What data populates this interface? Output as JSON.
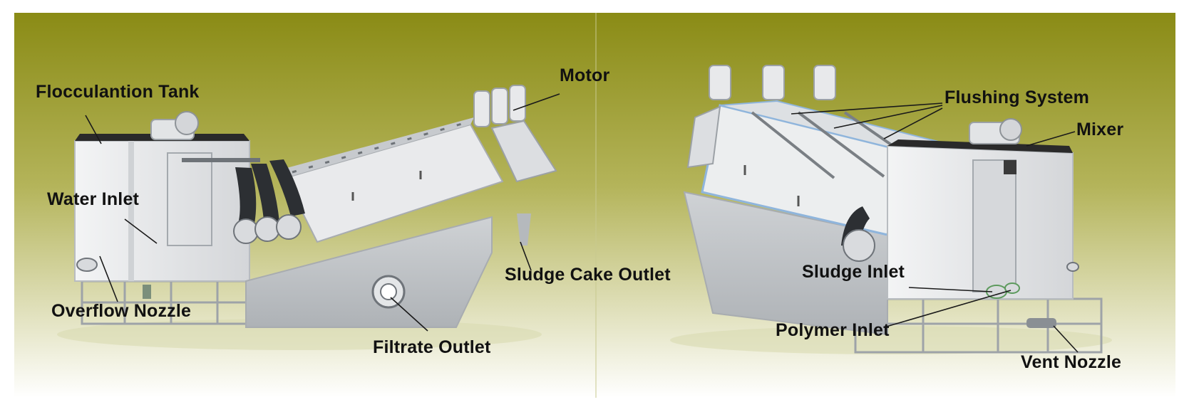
{
  "colors": {
    "background_top": "#8a8b15",
    "background_mid": "#b4b45a",
    "background_bottom": "#ffffff",
    "machine_body": "#e6e7e9",
    "machine_shadow": "#b9bcc0",
    "edge_blue": "#8fb5dc",
    "label_text": "#111111",
    "leader_line": "#1a1a1a"
  },
  "left_view": {
    "labels": {
      "flocculation_tank": "Flocculantion Tank",
      "motor": "Motor",
      "water_inlet": "Water Inlet",
      "sludge_cake_outlet": "Sludge Cake Outlet",
      "overflow_nozzle": "Overflow Nozzle",
      "filtrate_outlet": "Filtrate Outlet"
    }
  },
  "right_view": {
    "labels": {
      "flushing_system": "Flushing System",
      "mixer": "Mixer",
      "sludge_inlet": "Sludge Inlet",
      "polymer_inlet": "Polymer Inlet",
      "vent_nozzle": "Vent Nozzle"
    }
  }
}
